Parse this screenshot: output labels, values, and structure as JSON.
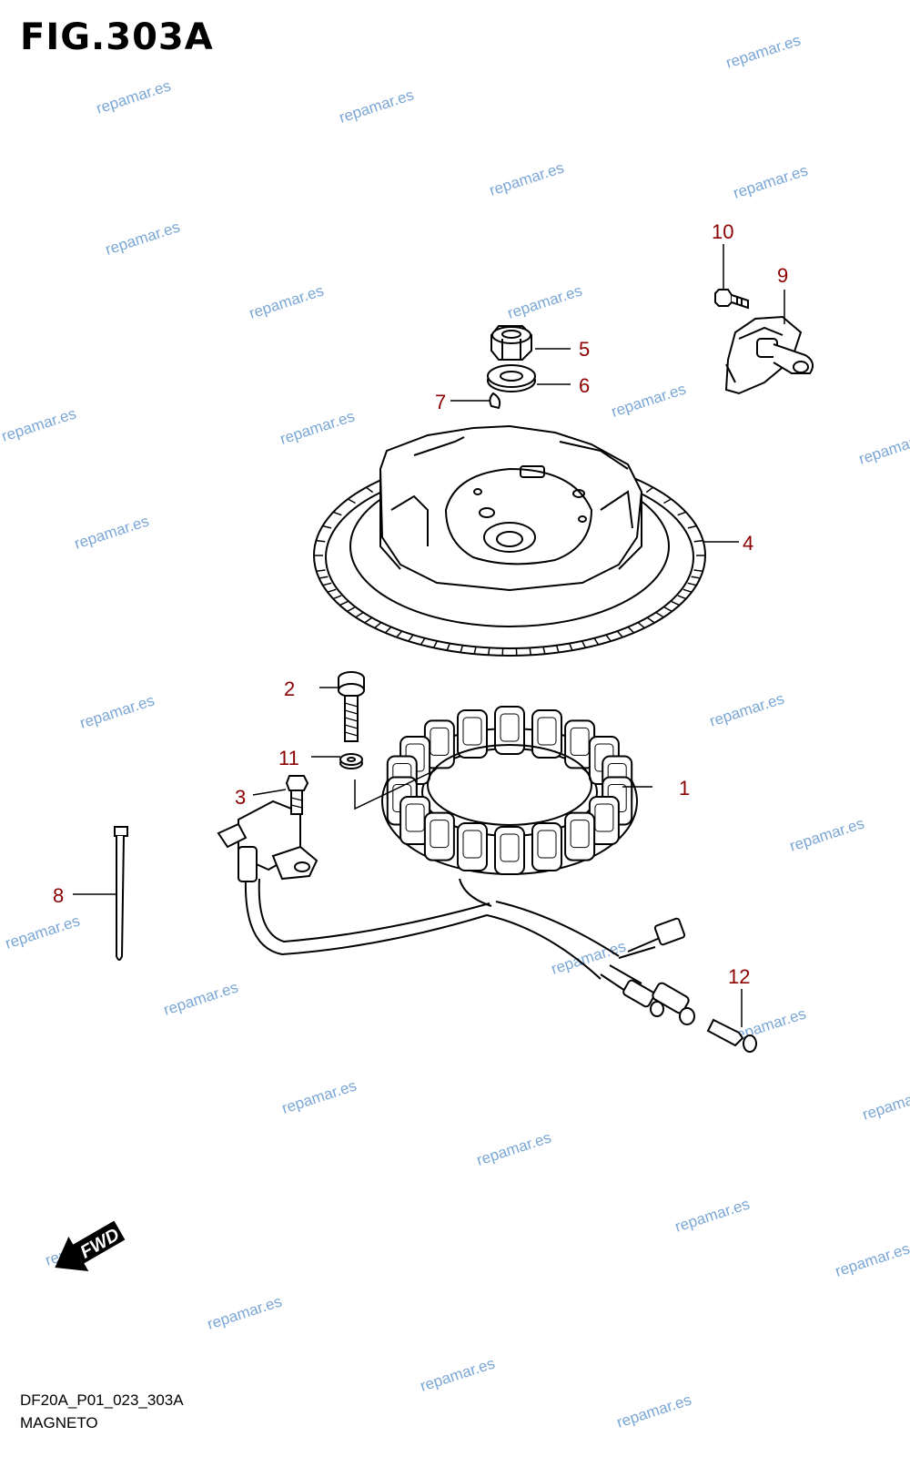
{
  "figure": {
    "title": "FIG.303A",
    "code": "DF20A_P01_023_303A",
    "name": "MAGNETO"
  },
  "watermark": "repamar.es",
  "fwd_label": "FWD",
  "callouts": [
    "1",
    "2",
    "3",
    "4",
    "5",
    "6",
    "7",
    "8",
    "9",
    "10",
    "11",
    "12"
  ],
  "colors": {
    "callout": "#8b0000",
    "watermark": "#7ba7d6",
    "line": "#000000"
  }
}
